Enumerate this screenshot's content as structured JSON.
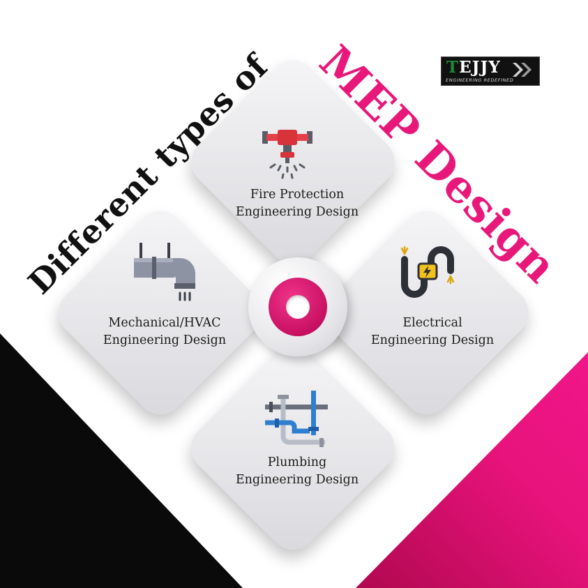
{
  "heading": {
    "left_text": "Different types of",
    "right_text": "MEP Design"
  },
  "logo": {
    "name_first": "T",
    "name_rest": "EJJY",
    "tagline": "ENGINEERING REDEFINED"
  },
  "cards": {
    "top": {
      "line1": "Fire Protection",
      "line2": "Engineering Design",
      "icon": "fire-sprinkler-icon"
    },
    "left": {
      "line1": "Mechanical/HVAC",
      "line2": "Engineering Design",
      "icon": "hvac-duct-icon"
    },
    "right": {
      "line1": "Electrical",
      "line2": "Engineering Design",
      "icon": "electrical-cable-icon"
    },
    "bottom": {
      "line1": "Plumbing",
      "line2": "Engineering Design",
      "icon": "plumbing-pipes-icon"
    }
  },
  "colors": {
    "accent_pink": "#e8187a",
    "black": "#0a0a0a",
    "tile": "#e6e6e9"
  }
}
